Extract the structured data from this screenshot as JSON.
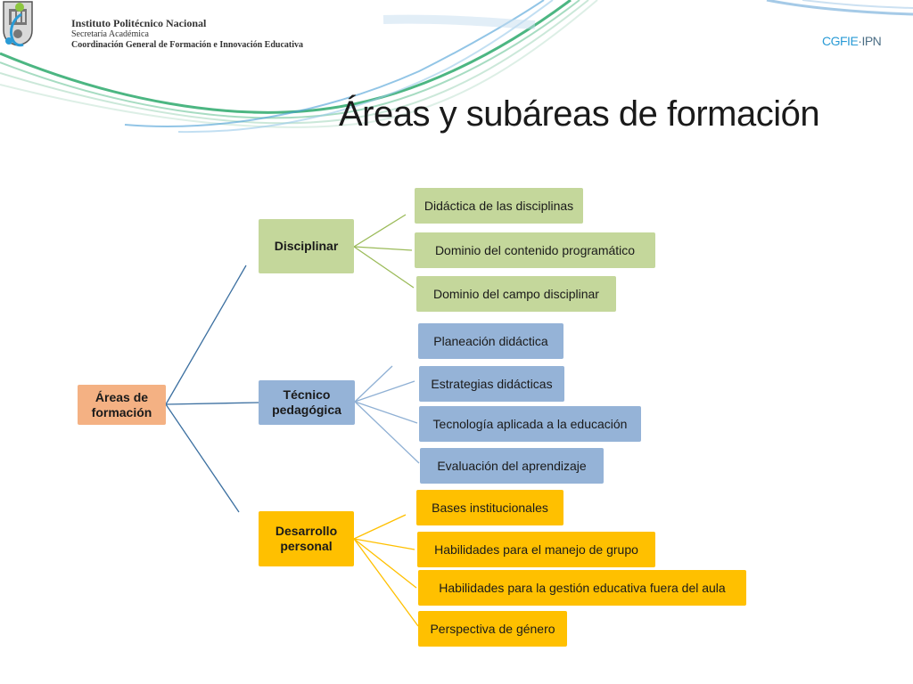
{
  "header": {
    "institution_line1": "Instituto Politécnico Nacional",
    "institution_line2": "Secretaría Académica",
    "institution_line3": "Coordinación General de Formación e Innovación  Educativa",
    "logo_brand": "CGFIE",
    "logo_suffix": "·IPN"
  },
  "title": "Áreas y subáreas de formación",
  "diagram": {
    "root": "Áreas de formación",
    "areas": [
      {
        "label": "Disciplinar",
        "color": "#c4d79b",
        "subareas": [
          "Didáctica de las disciplinas",
          "Dominio del contenido programático",
          "Dominio del campo disciplinar"
        ]
      },
      {
        "label": "Técnico pedagógica",
        "color": "#95b3d7",
        "subareas": [
          "Planeación didáctica",
          "Estrategias didácticas",
          "Tecnología aplicada a la educación",
          "Evaluación del aprendizaje"
        ]
      },
      {
        "label": "Desarrollo personal",
        "color": "#ffc000",
        "subareas": [
          "Bases institucionales",
          "Habilidades para el manejo de grupo",
          "Habilidades para la gestión educativa fuera del aula",
          "Perspectiva de género"
        ]
      }
    ]
  },
  "colors": {
    "root": "#f4b183",
    "line_root": "#3b6fa0",
    "line_disciplinar": "#9bbb59",
    "line_tecnico": "#8fb0d4",
    "line_desarrollo": "#ffc000"
  }
}
